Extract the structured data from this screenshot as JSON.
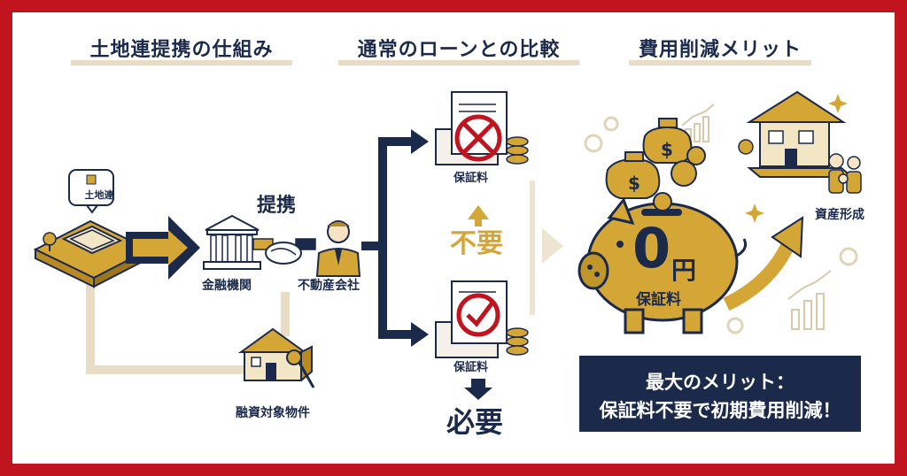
{
  "sections": {
    "mechanism": "土地連提携の仕組み",
    "comparison": "通常のローンとの比較",
    "merit": "費用削減メリット"
  },
  "mechanism": {
    "landren_badge": "土地連",
    "partnership": "提携",
    "bank": "金融機関",
    "realestate": "不動産会社",
    "property": "融資対象物件"
  },
  "comparison": {
    "top_fee": "保証料",
    "top_status": "不要",
    "bottom_fee": "保証料",
    "bottom_status": "必要"
  },
  "merit": {
    "zero": "0",
    "yen": "円",
    "fee": "保証料",
    "asset": "資産形成",
    "callout_line1": "最大のメリット：",
    "callout_line2": "保証料不要で初期費用削減！"
  },
  "colors": {
    "frame": "#c0141f",
    "navy": "#1b2a4a",
    "gold": "#d4a636",
    "beige": "#e8dcc4",
    "red": "#c0141f"
  }
}
